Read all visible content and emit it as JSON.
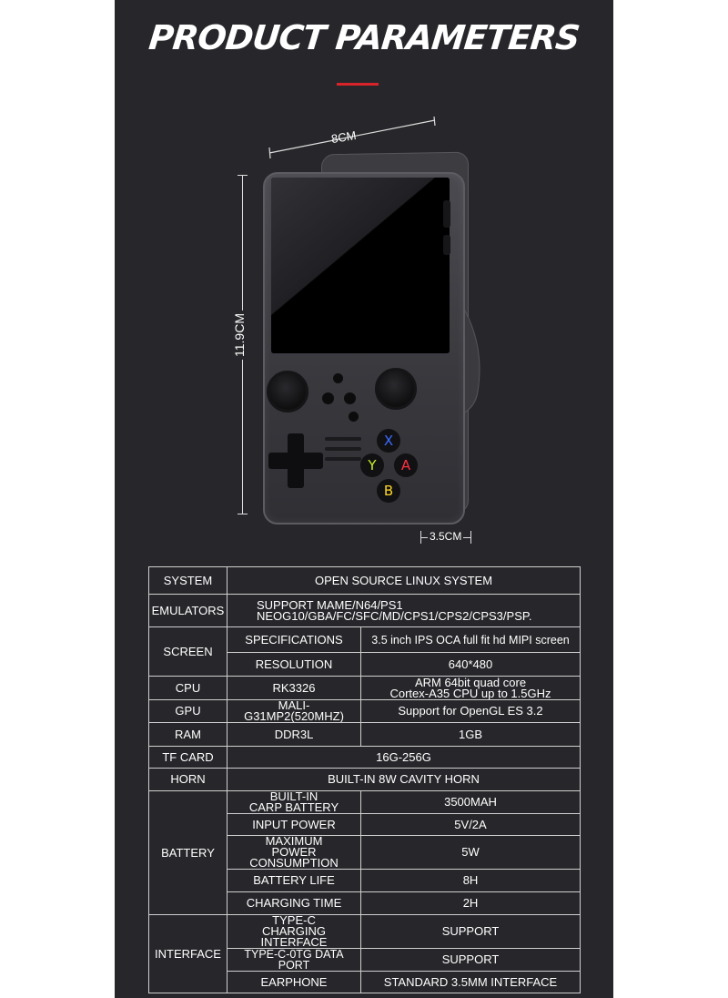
{
  "title": "PRODUCT PARAMETERS",
  "colors": {
    "panel": "#27272b",
    "accent": "#d8232a",
    "x_button": "#3b6cff",
    "y_button": "#c7f02a",
    "a_button": "#ff3040",
    "b_button": "#ffd52a"
  },
  "dimensions": {
    "width": "8CM",
    "height": "11.9CM",
    "thickness": "3.5CM"
  },
  "device": {
    "buttons": {
      "x": "X",
      "y": "Y",
      "a": "A",
      "b": "B"
    }
  },
  "specs": {
    "system": {
      "label": "SYSTEM",
      "value": "OPEN SOURCE LINUX SYSTEM"
    },
    "emulators": {
      "label": "EMULATORS",
      "line1": "SUPPORT MAME/N64/PS1",
      "line2": "NEOG10/GBA/FC/SFC/MD/CPS1/CPS2/CPS3/PSP."
    },
    "screen": {
      "label": "SCREEN",
      "spec_label": "SPECIFICATIONS",
      "spec_value": "3.5 inch IPS OCA full fit hd MIPI screen",
      "res_label": "RESOLUTION",
      "res_value": "640*480"
    },
    "cpu": {
      "label": "CPU",
      "model": "RK3326",
      "line1": "ARM 64bit quad core",
      "line2": "Cortex-A35 CPU up to 1.5GHz"
    },
    "gpu": {
      "label": "GPU",
      "model": "MALI-G31MP2(520MHZ)",
      "value": "Support for OpenGL ES 3.2"
    },
    "ram": {
      "label": "RAM",
      "type": "DDR3L",
      "value": "1GB"
    },
    "tf_card": {
      "label": "TF CARD",
      "value": "16G-256G"
    },
    "horn": {
      "label": "HORN",
      "value": "BUILT-IN 8W CAVITY HORN"
    },
    "battery": {
      "label": "BATTERY",
      "builtin_line1": "BUILT-IN",
      "builtin_line2": "CARP BATTERY",
      "builtin_value": "3500MAH",
      "input_label": "INPUT POWER",
      "input_value": "5V/2A",
      "max_line1": "MAXIMUM",
      "max_line2": "POWER CONSUMPTION",
      "max_value": "5W",
      "life_label": "BATTERY LIFE",
      "life_value": "8H",
      "charge_label": "CHARGING TIME",
      "charge_value": "2H"
    },
    "interface": {
      "label": "INTERFACE",
      "charging_line1": "TYPE-C",
      "charging_line2": "CHARGING INTERFACE",
      "charging_value": "SUPPORT",
      "otg_label": "TYPE-C-0TG DATA PORT",
      "otg_value": "SUPPORT",
      "earphone_label": "EARPHONE",
      "earphone_value": "STANDARD 3.5MM INTERFACE"
    }
  }
}
